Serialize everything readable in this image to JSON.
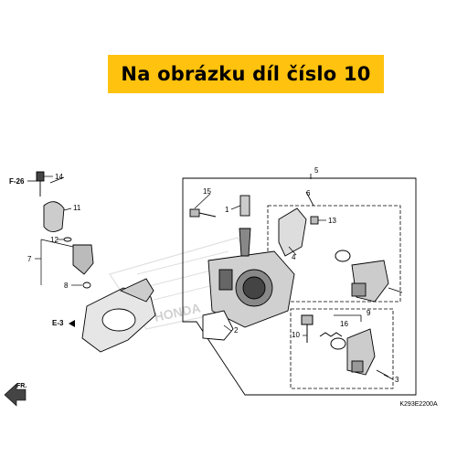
{
  "banner": {
    "text": "Na obrázku díl číslo 10",
    "background": "#ffc20e"
  },
  "diagram": {
    "ref_labels": {
      "f26": "F-26",
      "e3": "E-3",
      "fr": "FR."
    },
    "part_numbers": {
      "p1": "1",
      "p2": "2",
      "p3": "3",
      "p4": "4",
      "p5": "5",
      "p6": "6",
      "p7": "7",
      "p8": "8",
      "p9": "9",
      "p10": "10",
      "p11": "11",
      "p12": "12",
      "p13": "13",
      "p14": "14",
      "p15": "15",
      "p16": "16"
    },
    "drawing_code": "K293E2200A",
    "watermark_text": "HONDA"
  }
}
